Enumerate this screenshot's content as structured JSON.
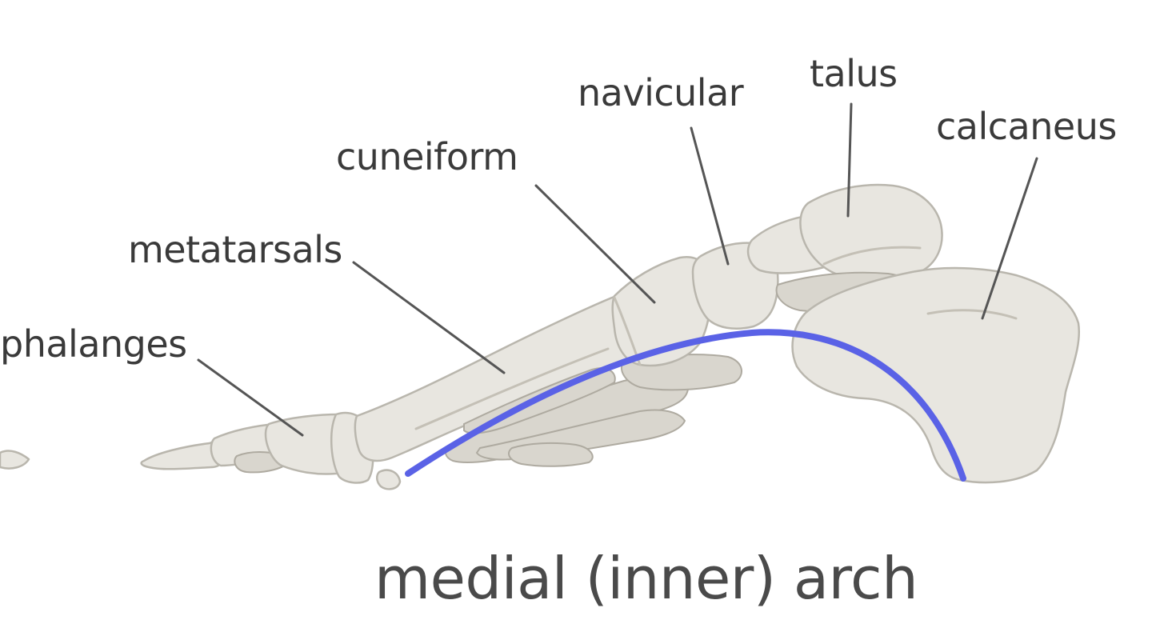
{
  "labels": {
    "phalanges": "phalanges",
    "metatarsals": "metatarsals",
    "cuneiform": "cuneiform",
    "navicular": "navicular",
    "talus": "talus",
    "calcaneus": "calcaneus"
  },
  "caption": "medial (inner) arch",
  "colors": {
    "arch_line": "#5a62e6",
    "bone": "#e8e6e0",
    "text": "#3a3a3a"
  }
}
